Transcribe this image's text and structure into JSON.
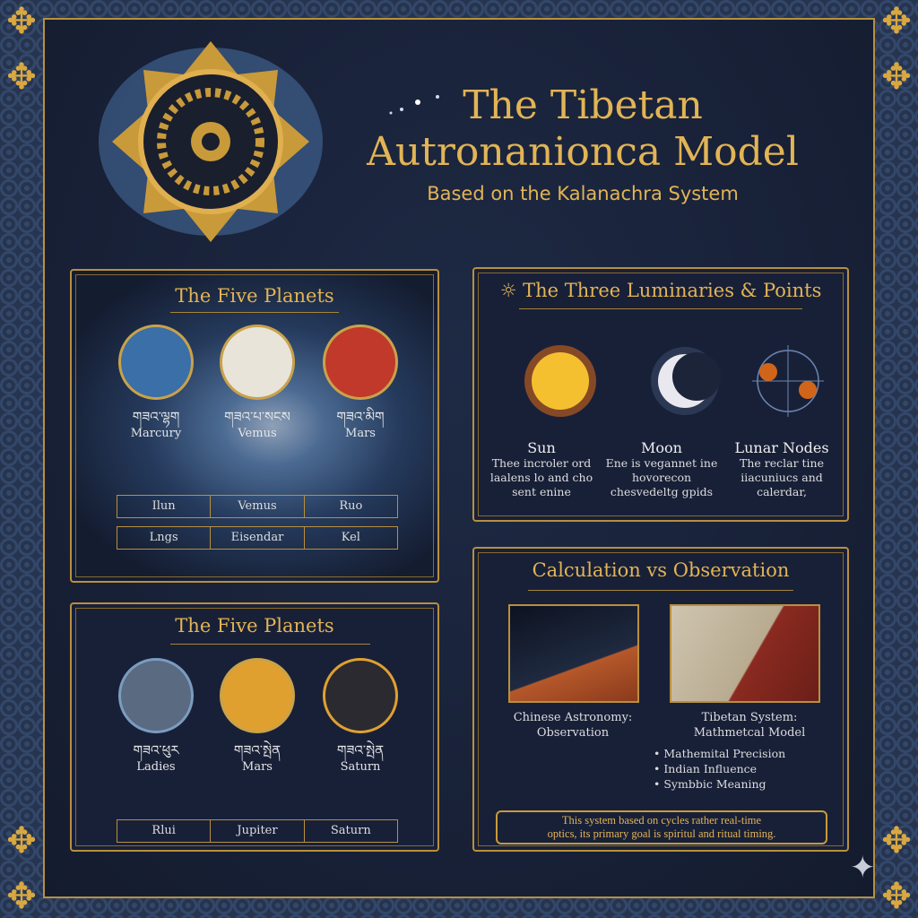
{
  "header": {
    "title_line1": "The Tibetan",
    "title_line2": "Autronanionca Model",
    "subtitle": "Based on the Kalanachra System"
  },
  "panel_planets_1": {
    "title": "The Five Planets",
    "planets": [
      {
        "tibetan": "གཟའ་ལྷག",
        "name": "Marcury",
        "color": "#3a6fa8"
      },
      {
        "tibetan": "གཟའ་པ་སངས",
        "name": "Vemus",
        "color": "#e8e4da"
      },
      {
        "tibetan": "གཟའ་མིག",
        "name": "Mars",
        "color": "#c0392b"
      }
    ],
    "table": [
      [
        "Ilun",
        "Vemus",
        "Ruo"
      ],
      [
        "Lngs",
        "Eisendar",
        "Kel"
      ]
    ]
  },
  "panel_planets_2": {
    "title": "The Five Planets",
    "planets": [
      {
        "tibetan": "གཟའ་ཕུར",
        "name": "Ladies",
        "color": "#5a6a80"
      },
      {
        "tibetan": "གཟའ་སྤེན",
        "name": "Mars",
        "color": "#e0a030"
      },
      {
        "tibetan": "གཟའ་སྤེན",
        "name": "Saturn",
        "color": "#2a2a30"
      }
    ],
    "table": [
      [
        "Rlui",
        "Jupiter",
        "Saturn"
      ]
    ]
  },
  "panel_luminaries": {
    "title": "The Three Luminaries & Points",
    "icon": "sun-icon",
    "items": [
      {
        "name": "Sun",
        "desc": "Thee incroler ord laalens lo and cho sent enine"
      },
      {
        "name": "Moon",
        "desc": "Ene is vegannet ine hovorecon chesvedeltg gpids"
      },
      {
        "name": "Lunar Nodes",
        "desc": "The reclar tine iiacuniucs and calerdar,"
      }
    ]
  },
  "panel_calc": {
    "title": "Calculation vs Observation",
    "left_caption": [
      "Chinese Astronomy:",
      "Observation"
    ],
    "right_caption": [
      "Tibetan System:",
      "Mathmetcal Model"
    ],
    "bullets": [
      "Mathemital Precision",
      "Indian Influence",
      "Symbbic Meaning"
    ],
    "note": [
      "This system based on cycles rather real-time",
      "optics, its primary goal is spiritul and ritual timing."
    ]
  },
  "colors": {
    "gold": "#e2b455",
    "navy": "#141b2e",
    "border": "#2b3a58"
  }
}
